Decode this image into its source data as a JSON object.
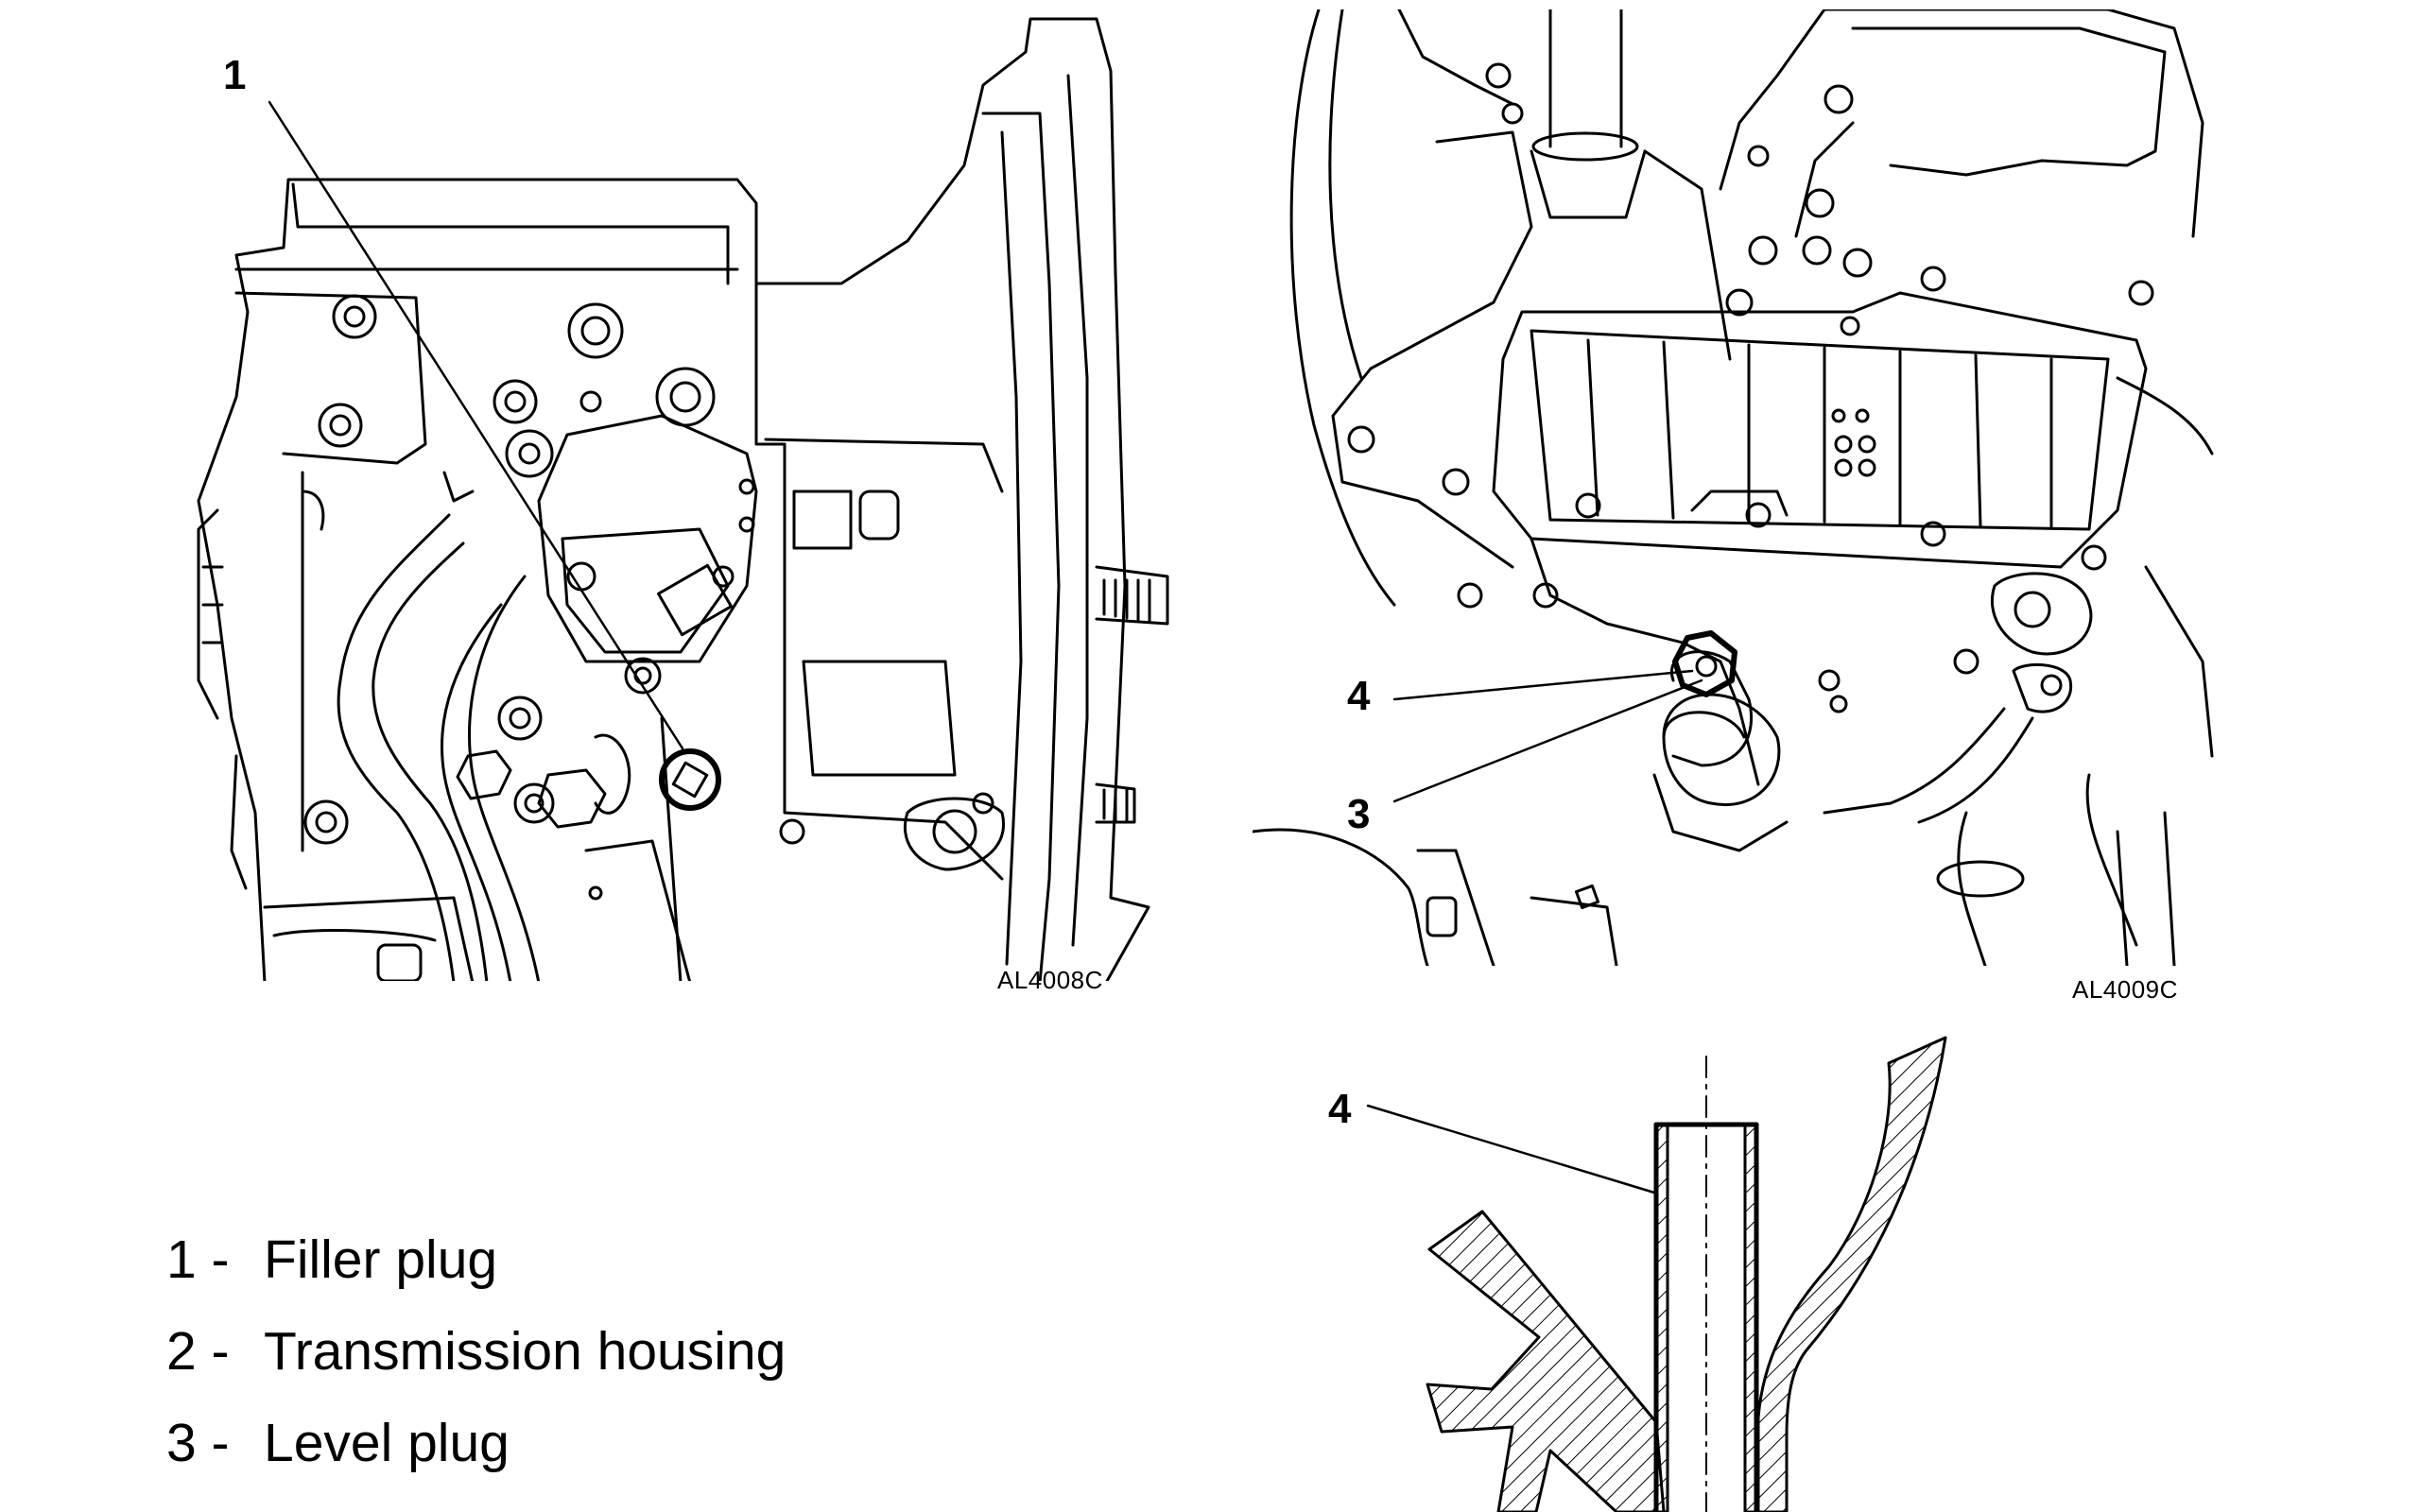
{
  "callouts": {
    "left_1": "1",
    "right_4": "4",
    "right_3": "3",
    "section_4": "4"
  },
  "figure_codes": {
    "left": "AL4008C",
    "right": "AL4009C"
  },
  "legend": [
    {
      "num": "1 -",
      "label": "Filler plug"
    },
    {
      "num": "2 -",
      "label": "Transmission housing"
    },
    {
      "num": "3 -",
      "label": "Level plug"
    }
  ]
}
